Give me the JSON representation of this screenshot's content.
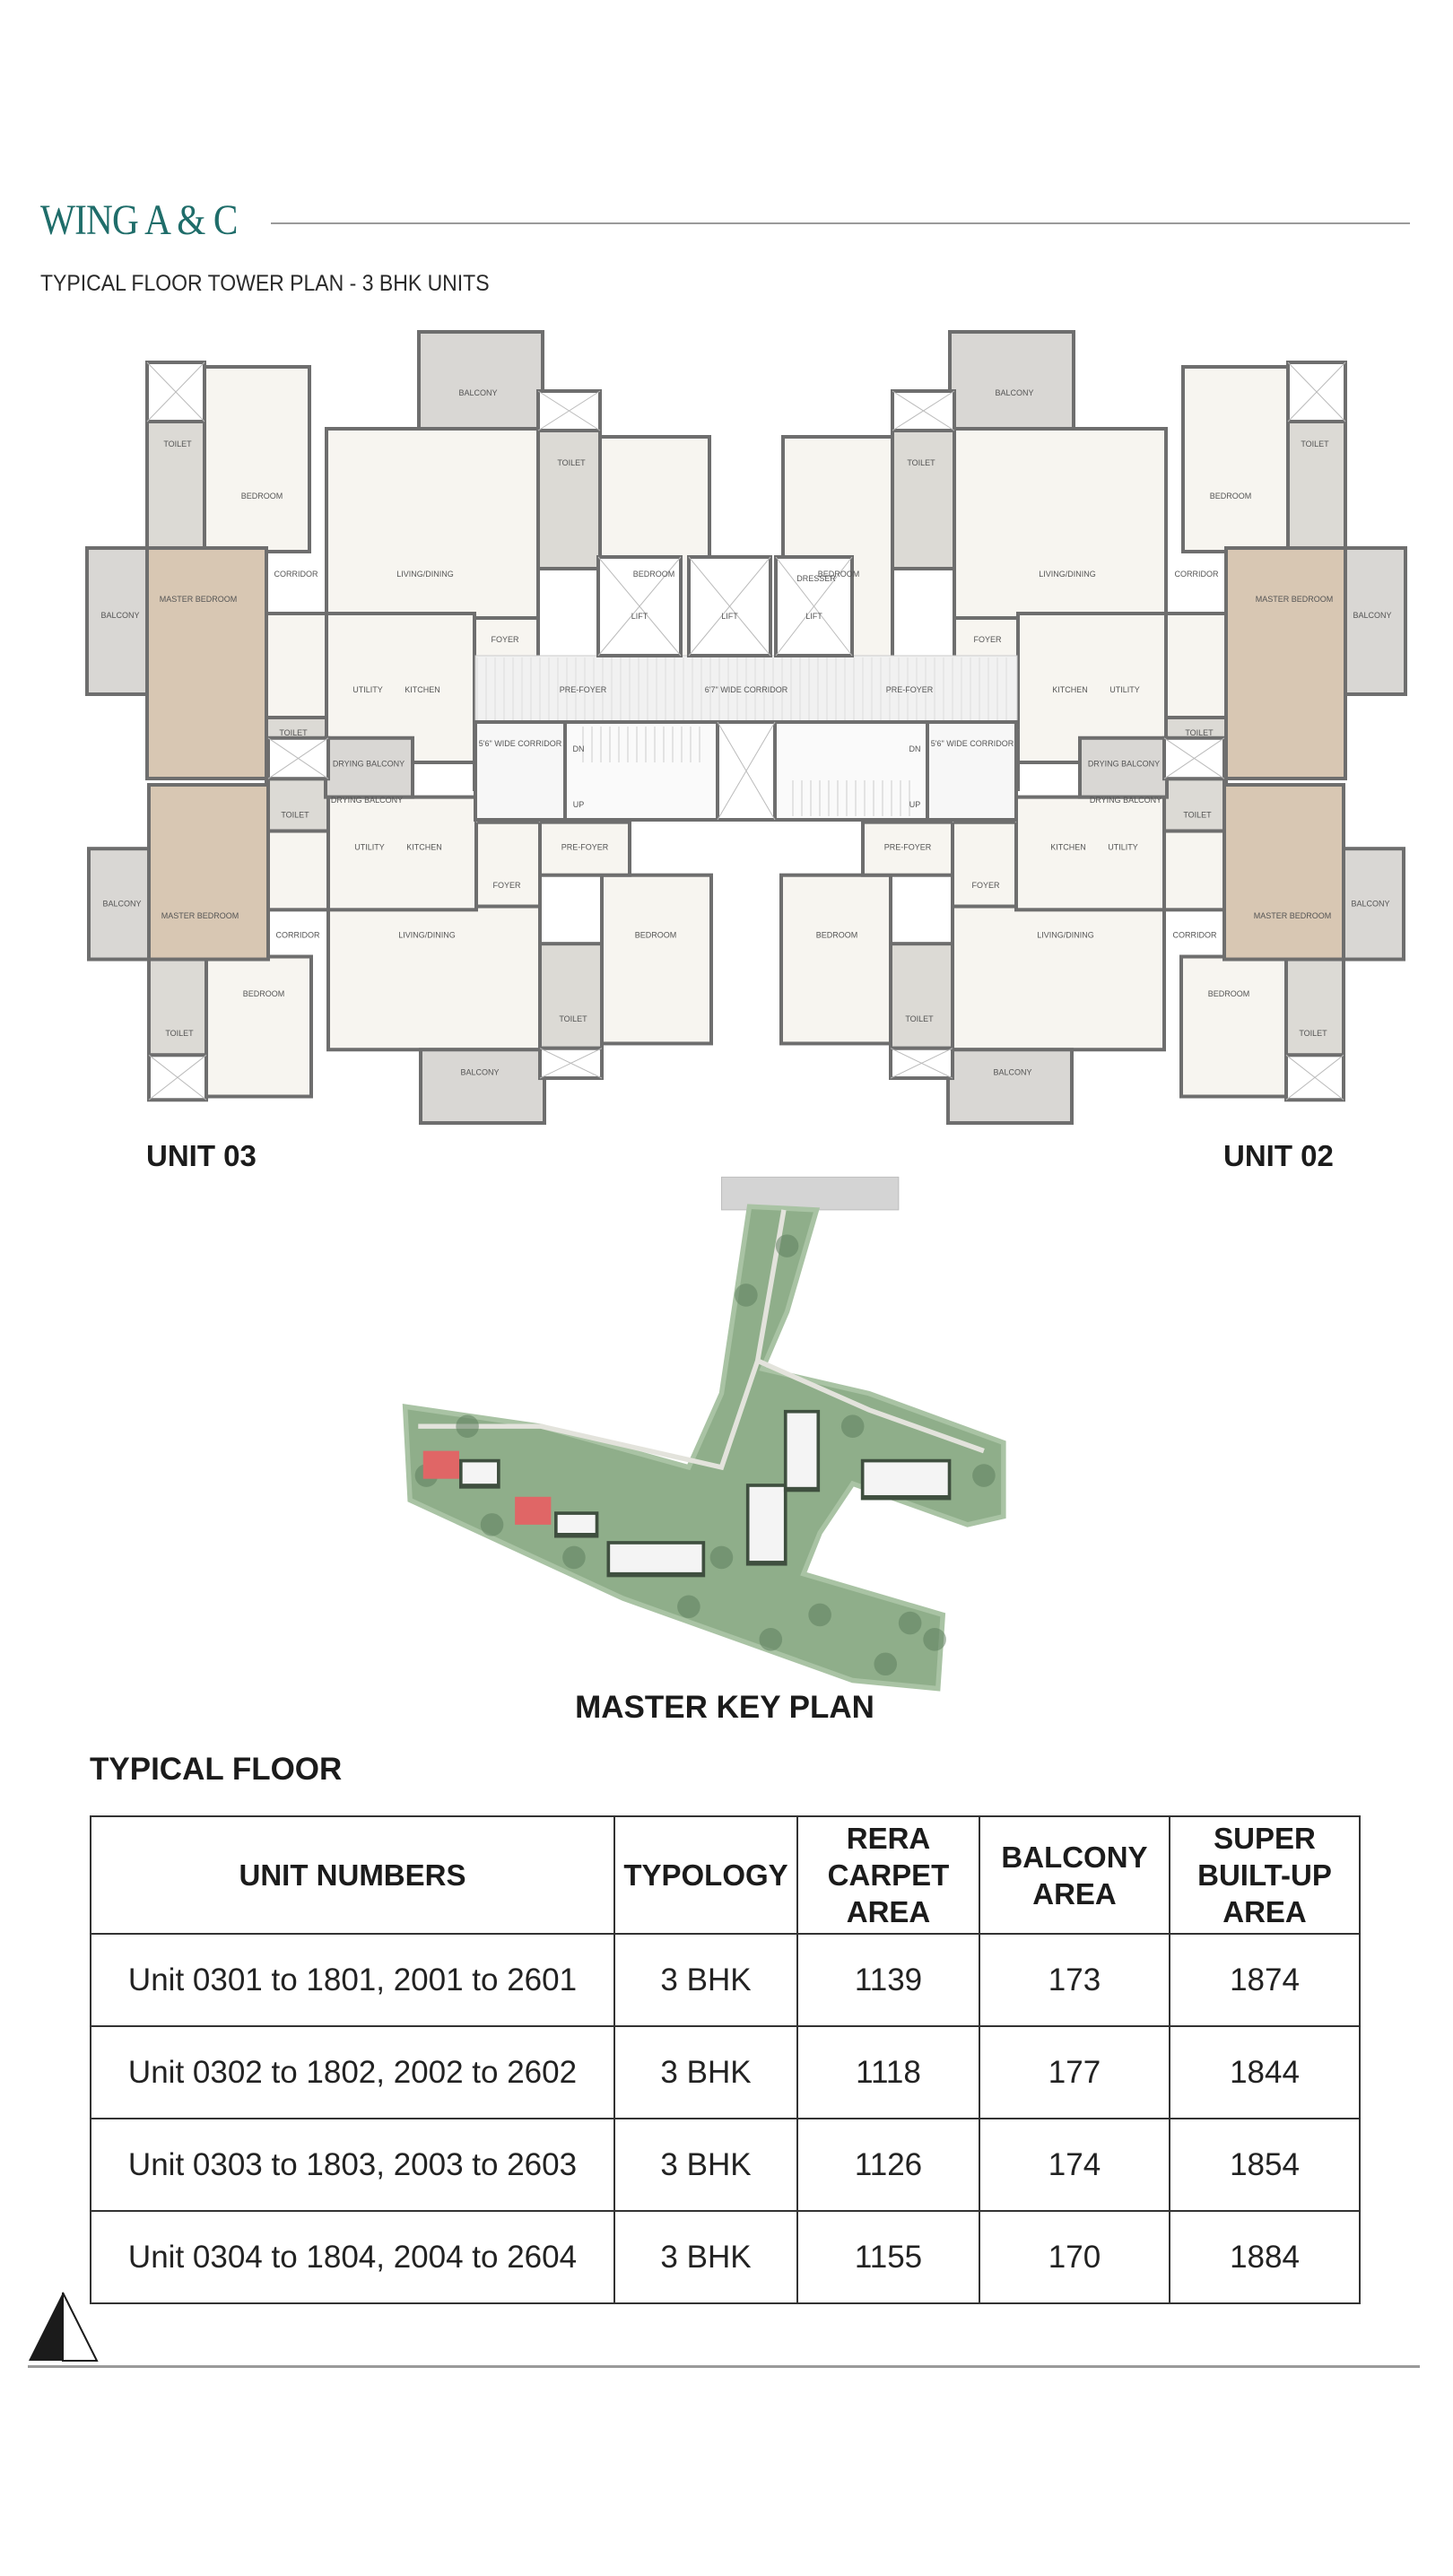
{
  "header": {
    "title": "WING A & C",
    "subtitle": "TYPICAL FLOOR TOWER PLAN - 3 BHK UNITS"
  },
  "floor_plan": {
    "unit_labels": {
      "left": "UNIT 03",
      "right": "UNIT 02"
    },
    "core_labels": {
      "lift": "LIFT",
      "main_corridor": "6'7\" WIDE CORRIDOR",
      "side_corridor": "5'6\" WIDE CORRIDOR",
      "up": "UP",
      "down": "DN"
    },
    "rooms": {
      "bedroom": "BEDROOM",
      "master_bedroom": "MASTER BEDROOM",
      "living_dining": "LIVING/DINING",
      "kitchen": "KITCHEN",
      "utility": "UTILITY",
      "balcony": "BALCONY",
      "toilet": "TOILET",
      "foyer": "FOYER",
      "pre_foyer": "PRE-FOYER",
      "corridor": "CORRIDOR",
      "drying_balcony": "DRYING BALCONY",
      "dresser": "DRESSER"
    },
    "colors": {
      "wall": "#6e6e6e",
      "floor": "#f7f5f0",
      "wood": "#d8c7b3",
      "balcony": "#d9d7d4",
      "toilet": "#dcdad5"
    }
  },
  "key_plan": {
    "label": "MASTER KEY PLAN",
    "colors": {
      "green": "#8fae8a",
      "dark_green": "#5f7f5f",
      "highlight": "#e06666",
      "road": "#d4d4d4"
    }
  },
  "table": {
    "title": "TYPICAL FLOOR",
    "headers": [
      "UNIT NUMBERS",
      "TYPOLOGY",
      "RERA CARPET AREA",
      "BALCONY AREA",
      "SUPER BUILT-UP AREA"
    ],
    "rows": [
      [
        "Unit 0301 to 1801, 2001 to 2601",
        "3 BHK",
        "1139",
        "173",
        "1874"
      ],
      [
        "Unit 0302 to 1802, 2002 to 2602",
        "3 BHK",
        "1118",
        "177",
        "1844"
      ],
      [
        "Unit 0303 to 1803, 2003 to 2603",
        "3 BHK",
        "1126",
        "174",
        "1854"
      ],
      [
        "Unit 0304 to 1804, 2004 to 2604",
        "3 BHK",
        "1155",
        "170",
        "1884"
      ]
    ]
  },
  "accent_color": "#1f6d6a"
}
